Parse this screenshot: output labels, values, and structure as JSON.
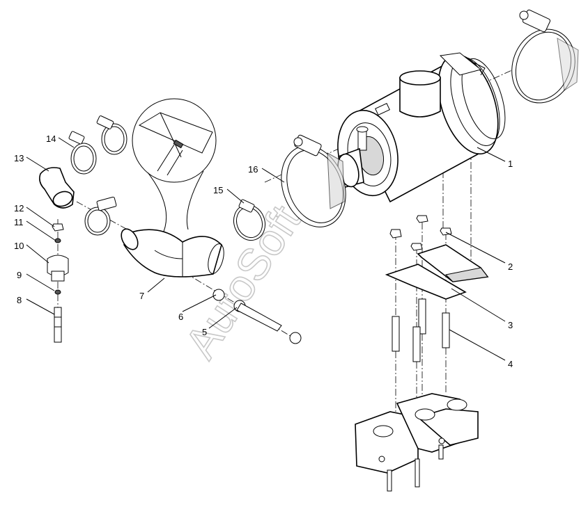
{
  "diagram": {
    "watermark": "AutoSoft",
    "callouts": [
      {
        "id": "c1",
        "label": "1"
      },
      {
        "id": "c2",
        "label": "2"
      },
      {
        "id": "c3",
        "label": "3"
      },
      {
        "id": "c4",
        "label": "4"
      },
      {
        "id": "c5",
        "label": "5"
      },
      {
        "id": "c6",
        "label": "6"
      },
      {
        "id": "c7",
        "label": "7"
      },
      {
        "id": "c8",
        "label": "8"
      },
      {
        "id": "c9",
        "label": "9"
      },
      {
        "id": "c10",
        "label": "10"
      },
      {
        "id": "c11",
        "label": "11"
      },
      {
        "id": "c12",
        "label": "12"
      },
      {
        "id": "c13",
        "label": "13"
      },
      {
        "id": "c14",
        "label": "14"
      },
      {
        "id": "c15",
        "label": "15"
      },
      {
        "id": "c16",
        "label": "16"
      }
    ]
  }
}
